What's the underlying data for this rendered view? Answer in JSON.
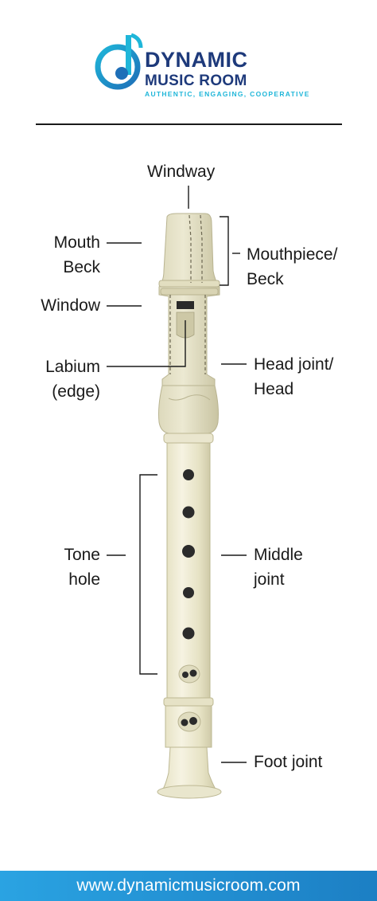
{
  "logo": {
    "line1": "DYNAMIC",
    "line2": "MUSIC ROOM",
    "tagline": "AUTHENTIC, ENGAGING, COOPERATIVE",
    "icon": "music-note-d-icon"
  },
  "labels": {
    "windway": "Windway",
    "mouth_beck": [
      "Mouth",
      "Beck"
    ],
    "mouthpiece_beck": [
      "Mouthpiece/",
      "Beck"
    ],
    "window": "Window",
    "labium": [
      "Labium",
      "(edge)"
    ],
    "head_joint": [
      "Head joint/",
      "Head"
    ],
    "tone_hole": [
      "Tone",
      "hole"
    ],
    "middle_joint": [
      "Middle",
      "joint"
    ],
    "foot_joint": "Foot joint"
  },
  "footer": {
    "url": "www.dynamicmusicroom.com"
  },
  "colors": {
    "brand_navy": "#1e3a7b",
    "brand_cyan": "#1fb6d9",
    "footer_gradient_start": "#2aa3e2",
    "footer_gradient_end": "#1c7fc4",
    "recorder_cream": "#ebe8cf",
    "recorder_shadow": "#d3cfae",
    "text": "#1a1a1a"
  }
}
